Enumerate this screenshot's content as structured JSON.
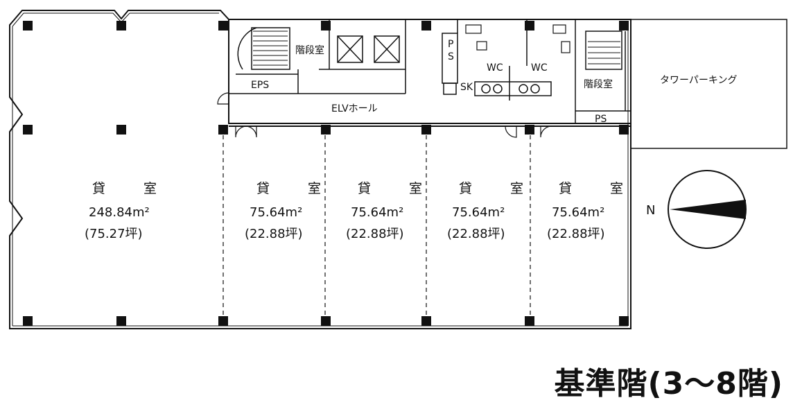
{
  "title": "基準階(3〜8階)",
  "labels": {
    "stair_left": "階段室",
    "stair_right": "階段室",
    "eps": "EPS",
    "ps_top_line1": "P",
    "ps_top_line2": "S",
    "ps_bottom": "PS",
    "wc_left": "WC",
    "wc_right": "WC",
    "sk": "SK",
    "elv_hall": "ELVホール",
    "tower_parking": "タワーパーキング",
    "north": "N"
  },
  "rooms": [
    {
      "name": "貸　室",
      "area": "248.84m²",
      "tsubo": "(75.27坪)"
    },
    {
      "name": "貸　室",
      "area": "75.64m²",
      "tsubo": "(22.88坪)"
    },
    {
      "name": "貸　室",
      "area": "75.64m²",
      "tsubo": "(22.88坪)"
    },
    {
      "name": "貸　室",
      "area": "75.64m²",
      "tsubo": "(22.88坪)"
    },
    {
      "name": "貸　室",
      "area": "75.64m²",
      "tsubo": "(22.88坪)"
    }
  ]
}
